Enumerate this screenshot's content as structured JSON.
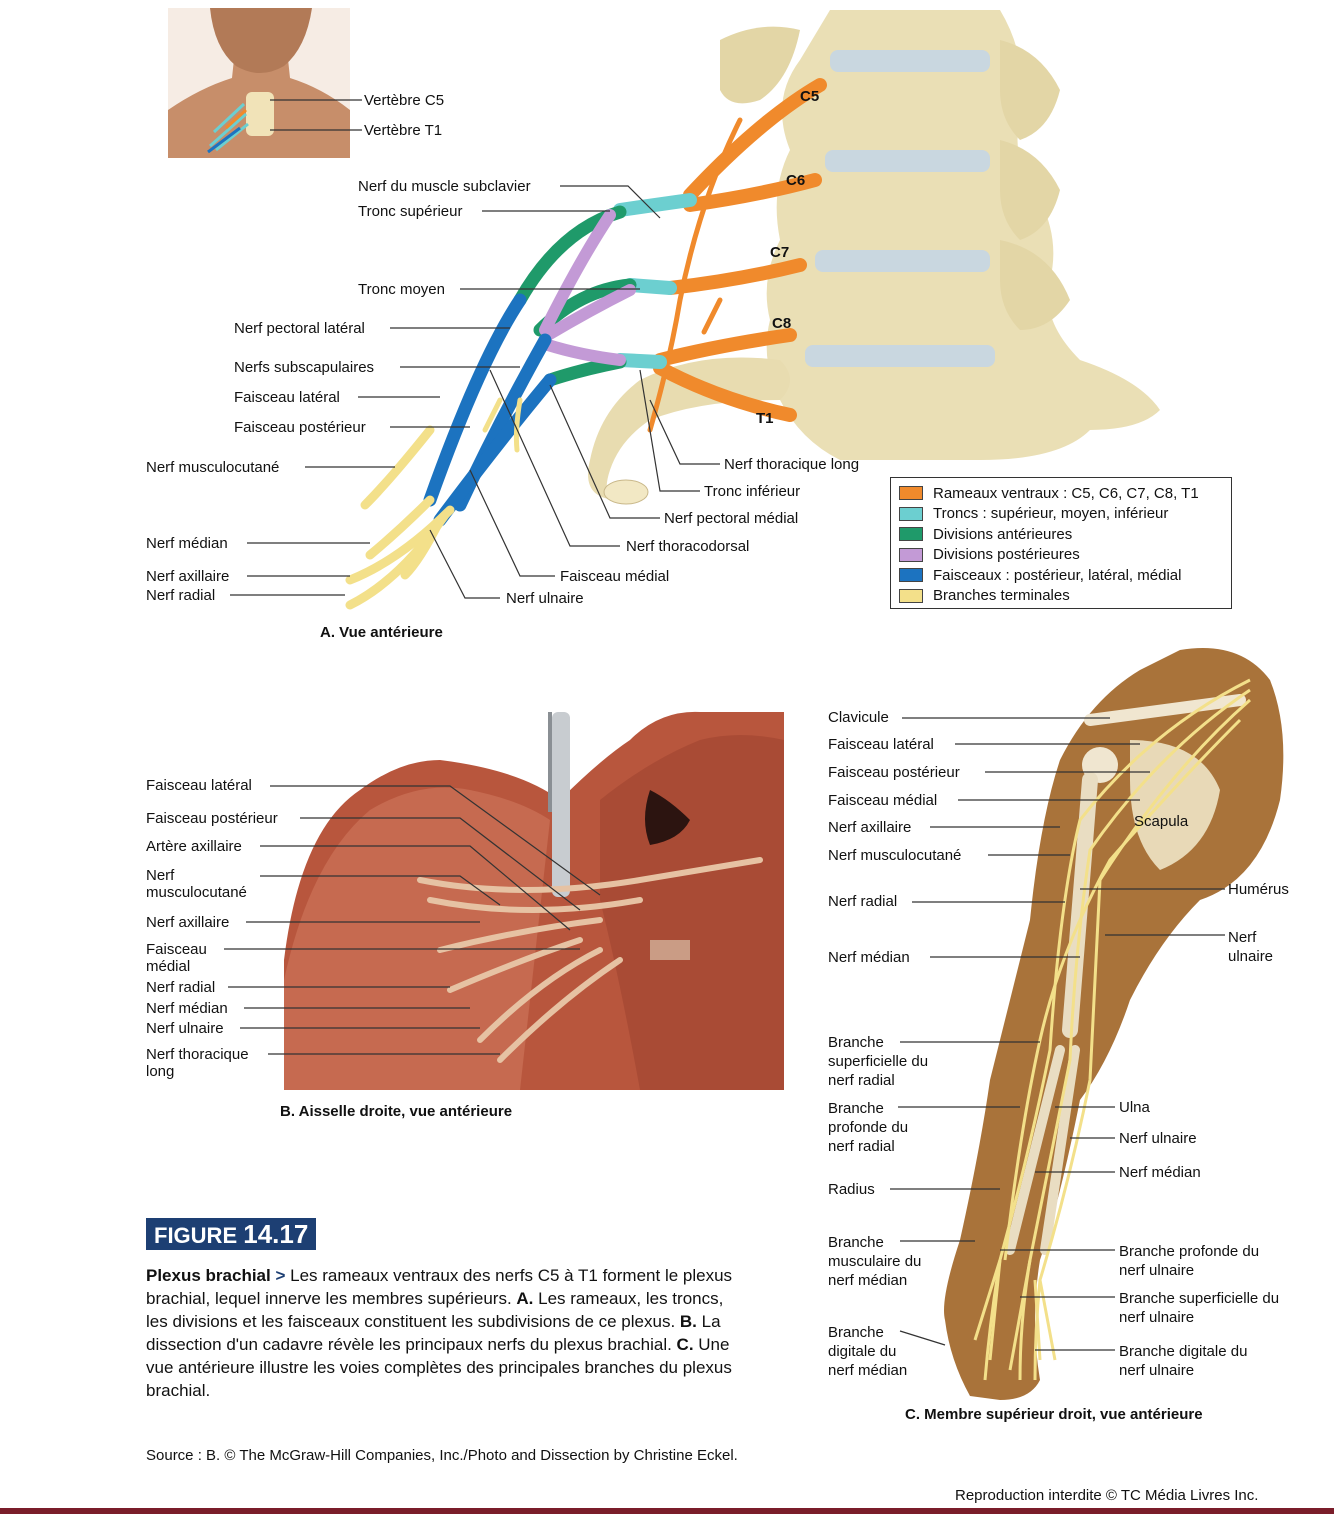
{
  "inset": {
    "vertebra_c5": "Vertèbre C5",
    "vertebra_t1": "Vertèbre T1"
  },
  "panel_a": {
    "caption": "A. Vue antérieure",
    "root_labels": [
      "C5",
      "C6",
      "C7",
      "C8",
      "T1"
    ],
    "labels_left": [
      "Nerf du muscle subclavier",
      "Tronc supérieur",
      "Tronc moyen",
      "Nerf pectoral latéral",
      "Nerfs subscapulaires",
      "Faisceau latéral",
      "Faisceau postérieur",
      "Nerf musculocutané",
      "Nerf médian",
      "Nerf axillaire",
      "Nerf radial"
    ],
    "labels_right": [
      "Nerf thoracique long",
      "Tronc inférieur",
      "Nerf pectoral médial",
      "Nerf thoracodorsal",
      "Faisceau médial",
      "Nerf ulnaire"
    ],
    "legend": [
      {
        "label": "Rameaux ventraux : C5, C6, C7, C8, T1",
        "color": "#f08a2c"
      },
      {
        "label": "Troncs : supérieur, moyen, inférieur",
        "color": "#6ccfd0"
      },
      {
        "label": "Divisions antérieures",
        "color": "#1f9a6a"
      },
      {
        "label": "Divisions postérieures",
        "color": "#c39ad6"
      },
      {
        "label": "Faisceaux : postérieur, latéral, médial",
        "color": "#1c73c0"
      },
      {
        "label": "Branches terminales",
        "color": "#f3e08a"
      }
    ]
  },
  "panel_b": {
    "caption": "B. Aisselle droite, vue antérieure",
    "labels": [
      "Faisceau latéral",
      "Faisceau postérieur",
      "Artère axillaire",
      "Nerf musculocutané",
      "Nerf axillaire",
      "Faisceau médial",
      "Nerf radial",
      "Nerf médian",
      "Nerf ulnaire",
      "Nerf thoracique long"
    ]
  },
  "panel_c": {
    "caption": "C. Membre supérieur droit, vue antérieure",
    "labels_left": [
      "Clavicule",
      "Faisceau latéral",
      "Faisceau postérieur",
      "Faisceau médial",
      "Nerf axillaire",
      "Nerf musculocutané",
      "Nerf radial",
      "Nerf médian",
      "Branche superficielle du nerf radial",
      "Branche profonde du nerf radial",
      "Radius",
      "Branche musculaire du nerf médian",
      "Branche digitale du nerf médian"
    ],
    "labels_right": [
      "Scapula",
      "Humérus",
      "Nerf ulnaire",
      "Ulna",
      "Nerf ulnaire",
      "Nerf médian",
      "Branche profonde du nerf ulnaire",
      "Branche superficielle du nerf ulnaire",
      "Branche digitale du nerf ulnaire"
    ]
  },
  "figure": {
    "badge_word": "FIGURE",
    "badge_number": "14.17",
    "caption_title": "Plexus brachial",
    "caption_arrow": ">",
    "caption_text_1": " Les rameaux ventraux des nerfs C5 à T1 forment le plexus brachial, lequel innerve les membres supérieurs. ",
    "caption_a": "A.",
    "caption_text_a": " Les rameaux, les troncs, les divisions et les faisceaux constituent les subdivisions de ce plexus. ",
    "caption_b": "B.",
    "caption_text_b": " La dissection d'un cadavre révèle les principaux nerfs du plexus brachial. ",
    "caption_c": "C.",
    "caption_text_c": " Une vue antérieure illustre les voies complètes des principales branches du plexus brachial.",
    "source": "Source : B. © The McGraw-Hill Companies, Inc./Photo and Dissection by Christine Eckel.",
    "reproduction": "Reproduction interdite © TC Média Livres Inc."
  }
}
